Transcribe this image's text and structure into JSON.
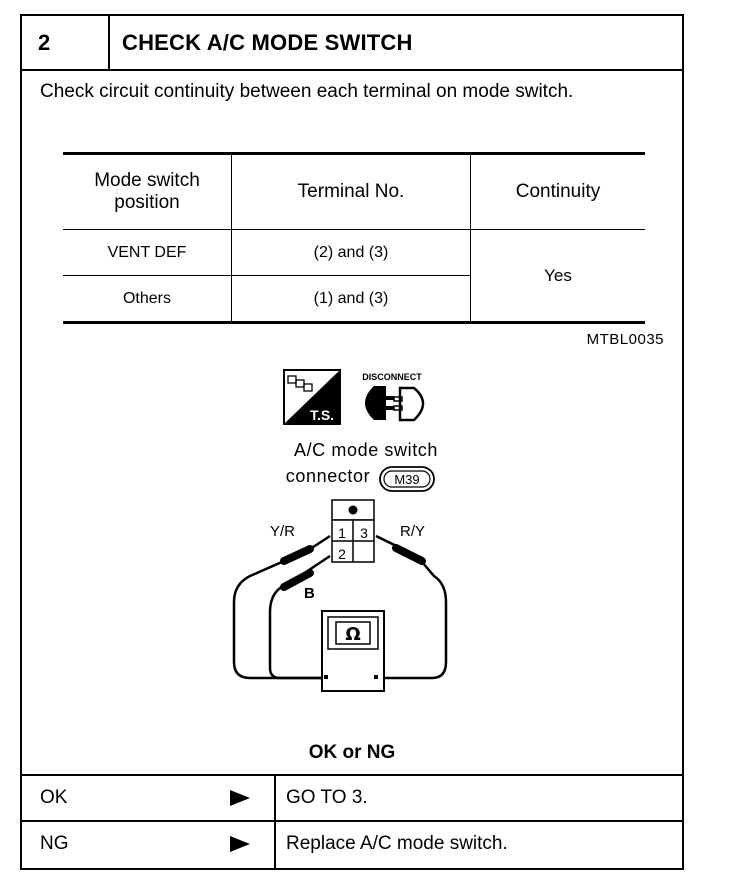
{
  "step": {
    "number": "2",
    "title": "CHECK A/C MODE SWITCH",
    "instruction": "Check circuit continuity between each terminal on mode switch."
  },
  "table": {
    "headers": [
      "Mode switch position",
      "Terminal No.",
      "Continuity"
    ],
    "rows": [
      {
        "position": "VENT DEF",
        "terminals": "(2) and (3)"
      },
      {
        "position": "Others",
        "terminals": "(1) and (3)"
      }
    ],
    "continuity_value": "Yes",
    "ref_code": "MTBL0035"
  },
  "diagram": {
    "ts_label": "T.S.",
    "disconnect_label": "DISCONNECT",
    "connector_caption_line1": "A/C mode switch",
    "connector_caption_line2": "connector",
    "connector_id": "M39",
    "terminal_1": "1",
    "terminal_2": "2",
    "terminal_3": "3",
    "wire_left": "Y/R",
    "wire_right": "R/Y",
    "wire_b": "B",
    "meter_symbol": "Ω"
  },
  "question": "OK or NG",
  "results": [
    {
      "label": "OK",
      "action": "GO TO 3."
    },
    {
      "label": "NG",
      "action": "Replace A/C mode switch."
    }
  ]
}
